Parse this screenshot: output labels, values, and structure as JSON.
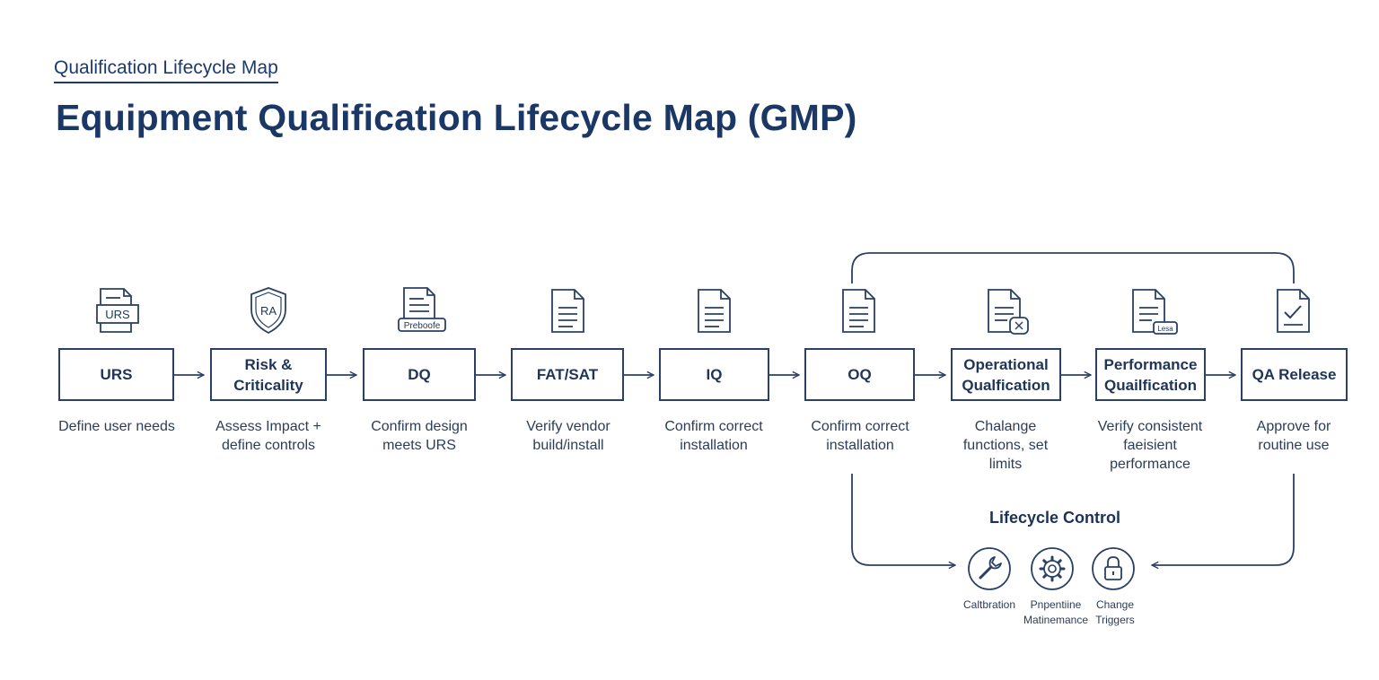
{
  "header": {
    "eyebrow": "Qualification Lifecycle Map",
    "title": "Equipment Qualification Lifecycle Map (GMP)"
  },
  "stages": [
    {
      "label": "URS",
      "desc": "Define user needs",
      "icon": "document-icon",
      "icon_text": "URS"
    },
    {
      "label": "Risk & Criticality",
      "desc": "Assess Impact + define controls",
      "icon": "shield-icon",
      "icon_text": "RA"
    },
    {
      "label": "DQ",
      "desc": "Confirm design meets URS",
      "icon": "document-icon",
      "icon_text": "Preboofe"
    },
    {
      "label": "FAT/SAT",
      "desc": "Verify vendor build/install",
      "icon": "document-icon"
    },
    {
      "label": "IQ",
      "desc": "Confirm correct installation",
      "icon": "document-icon"
    },
    {
      "label": "OQ",
      "desc": "Confirm correct installation",
      "icon": "document-icon"
    },
    {
      "label": "Operational Qualfication",
      "desc": "Chalange functions, set limits",
      "icon": "document-gear-icon"
    },
    {
      "label": "Performance Quailfication",
      "desc": "Verify consistent faeisient performance",
      "icon": "document-icon",
      "icon_text": "Lesa"
    },
    {
      "label": "QA Release",
      "desc": "Approve for routine use",
      "icon": "checklist-icon"
    }
  ],
  "lifecycle": {
    "title": "Lifecycle Control",
    "controls": [
      {
        "label": "Caltbration",
        "icon": "wrench-icon"
      },
      {
        "label": "Pnpentiine Matinemance",
        "icon": "gear-icon"
      },
      {
        "label": "Change Triggers",
        "icon": "lock-icon"
      }
    ]
  },
  "colors": {
    "primary": "#1b3766",
    "stroke": "#2a4064",
    "text": "#2c3d57"
  }
}
